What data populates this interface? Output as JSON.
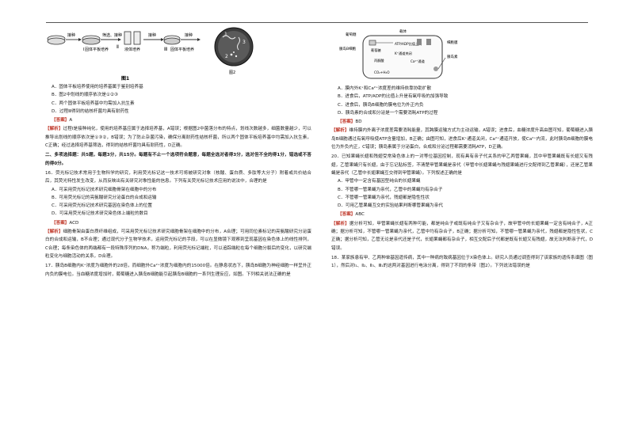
{
  "figures": {
    "fig1_labels": [
      "接种",
      "筛选、接种",
      "接种",
      "接种",
      "固体平板培养",
      "液体培养",
      "固体平板培养"
    ],
    "fig1_caption": "图1",
    "fig2_caption": "图2",
    "fig2_numbers": [
      "1",
      "2",
      "3"
    ],
    "cell_labels": [
      "胰岛B细胞",
      "葡萄糖",
      "载体",
      "ATP/ADP比值上升",
      "K⁺通道关闭",
      "Ca²⁺通道",
      "胰岛素",
      "细胞膜",
      "葡萄糖",
      "丙酮酸",
      "CO₂+H₂O"
    ]
  },
  "left": {
    "q15_opts": [
      "A．固体平板培养使用的培养基属于鉴别培养基",
      "B．图2中划线的顺序依次是①②③",
      "C．两个固体平板培养基中均需加入抗生素",
      "D．过程Ⅲ得到的结核杆菌均具有耐药性"
    ],
    "q15_answer_tag": "【答案】",
    "q15_answer": "A",
    "q15_analysis_tag": "【解析】",
    "q15_analysis": "过程Ⅰ是接种纯化，使用的培养基应属于选择培养基，A错误；根据图2中菌落分布的特点，划线次数越多，细菌数量越少，可以推导出划线的顺序依次是①③②，B错误；为了防止杂菌污染，确保分离耐药性结核杆菌，所以两个固体平板培养基中均需加入抗生素，C正确；经过选择培养基筛选，得到的结核杆菌均具有耐药性，D正确。",
    "section_title": "二、多项选择题：共5题，每题3分，共15分。每题有不止一个选项符合题意，每题全选对者得3分，选对但不全的得1分，错选或不答的得0分。",
    "q16_stem": "16．荧光标记技术常用于生物科学的研究，利用荧光标记这一技术可将被研究对象（核酸、蛋白质、多肽等大分子）附着或共价结合后，其荧光特性发生改变，从而反映出有关研究对象性能的信息。下列有关荧光标记技术应用的说法中，合理的是",
    "q16_opts": [
      "A．可采用荧光标记技术研究细胞骨架在细胞中的分布",
      "B．可用荧光标记的亮氨酸研究分泌蛋白的合成和运输",
      "C．可采用荧光标记技术研究基因在染色体上的位置",
      "D．可采用荧光标记技术研究染色体上端粒的数目"
    ],
    "q16_answer_tag": "【答案】",
    "q16_answer": "ACD",
    "q16_analysis_tag": "【解析】",
    "q16_analysis": "细胞骨架由蛋白质纤维组成，可采用荧光标记技术研究细胞骨架在细胞中的分布，A合理；可用同位素标记的亮氨酸研究分泌蛋白的合成和运输，B不合理；通过现代分子生物学技术，运用荧光标记的手段，可以在显微镜下观察到呈现基因在染色体上的线性排列，C合理；每条染色体的两端都有一段特殊序列的DNA，称为端粒，利用荧光标记端粒，可以追踪端粒在每个细胞分裂后的变化，以研究端粒变化与细胞活动的关系，D合理。",
    "q17_stem": "17．胰岛B细胞内K⁺浓度为细胞外的28倍，而细胞外Ca²⁺浓度为细胞内的15000倍。在静息状态下，胰岛B细胞为神经细胞一样呈外正内负的膜电位。当血糖浓度增加时，葡萄糖进入胰岛B细胞能引起胰岛B细胞的一系列生理反应，如图。下列相关说法正确的是"
  },
  "right": {
    "q17_opts": [
      "A．膜内外K⁺和Ca²⁺浓度差的维持依靠协助扩散",
      "B．进食后，ATP/ADP的比值上升是有氧呼吸的加强导致",
      "C．进食后，胰岛B细胞的膜电位为外正内负",
      "D．胰岛素的合成和分泌是一个需要消耗ATP的过程"
    ],
    "q17_answer_tag": "【答案】",
    "q17_answer": "BD",
    "q17_analysis_tag": "【解析】",
    "q17_analysis": "维持膜内外离子浓度差需要消耗能量，其跨膜运输方式为主动运输，A错误；进食后，血糖浓度升高由图可知，葡萄糖进入胰岛B细胞通过有氧呼吸使ATP含量增加，B正确；由图可知，进食后K⁺通道关闭，Ca²⁺通道开放，使Ca²⁺内流，此时胰岛B细胞的膜电位为外负内正，C错误；胰岛素属于分泌蛋白，合成和分泌过程都需要消耗ATP，D正确。",
    "q20_stem": "20．已知果蝇长翅和残翅受常染色体上的一对等位基因控制，现有具有亲子代关系的甲乙两管果蝇，其中甲管果蝇既有长翅又有残翅，乙管果蝇只有长翅，由于忘记贴标签，不清楚甲管果蝇是亲代（甲管中长翅果蝇与残翅果蝇进行交配得到乙管果蝇），还是乙管果蝇是亲代（乙管中长翅果蝇互交得到甲管果蝇）。下列叙述正确的是",
    "q20_opts": [
      "A．甲管中一定含有基因型纯合的长翅果蝇",
      "B．不管哪一管果蝇为亲代，乙管中的果蝇均有杂合子",
      "C．不管哪一管果蝇为亲代，残翅都是隐性性状",
      "D．可用乙管果蝇互交的实验结果判断哪管果蝇为亲代"
    ],
    "q20_answer_tag": "【答案】",
    "q20_answer": "ABC",
    "q20_analysis_tag": "【解析】",
    "q20_analysis": "据分析可知，甲管果蝇长翅有两种可能，都是纯合子或既有纯合子又有杂合子，故甲管中的长翅果蝇一定含有纯合子，A正确；据分析可知，不管哪一管果蝇为亲代，乙管中均有杂合子，B正确；据分析可知，不管哪一管果蝇为亲代，残翅都是隐性性状，C正确；据分析可知，乙管无论是亲代还是子代，长翅果蝇都有杂合子，相互交配后子代都是既有长翅又有残翅，故无法判断亲子代，D错误。",
    "q18_stem": "18．某家族患有甲、乙两种单基因遗传病，其中一种病的致病基因位于X染色体上。研究人员通过调查得到了该家族的遗传系谱图（图1），然后对Ⅰ₁、Ⅱ₂、Ⅱ₃、Ⅲ₁的这两对基因进行电泳分离，得到了不同的条带（图2）。下列说法错误的是"
  }
}
